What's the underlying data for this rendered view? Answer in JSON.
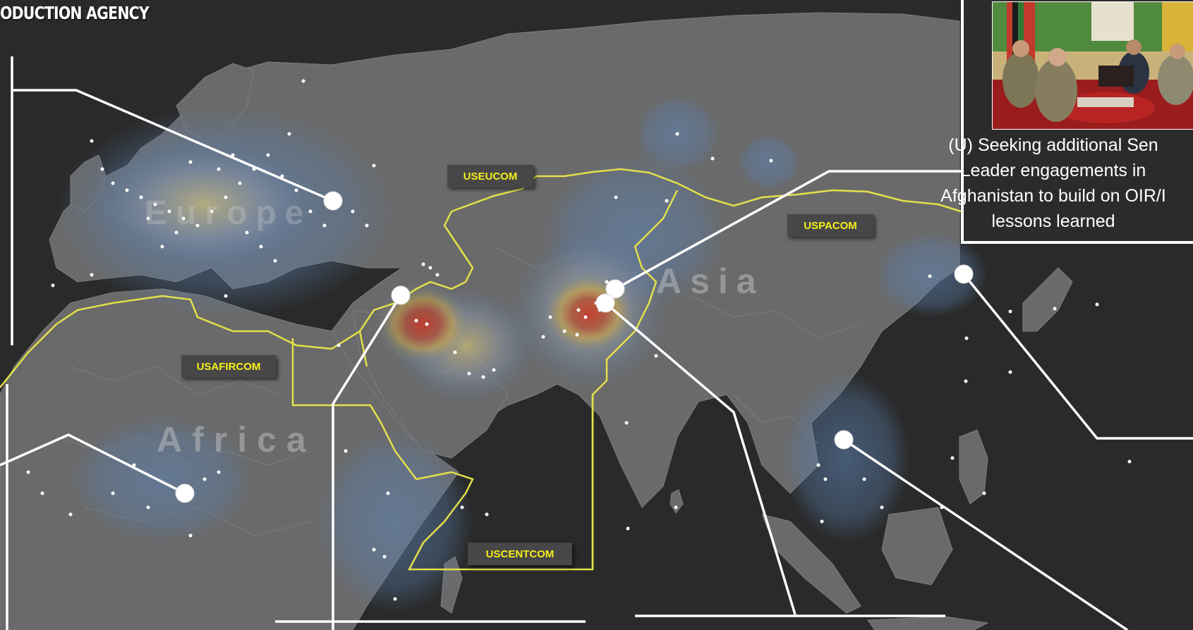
{
  "header": {
    "title": "ODUCTION AGENCY"
  },
  "commands": {
    "useucom": "USEUCOM",
    "uspacom": "USPACOM",
    "usafircom": "USAFIRCOM",
    "uscentcom": "USCENTCOM"
  },
  "regions": {
    "europe": "Europe",
    "asia": "Asia",
    "africa": "Africa"
  },
  "callout": {
    "caption_lines": [
      "(U) Seeking additional Sen",
      "Leader engagements in",
      "Afghanistan to build on OIR/I",
      "lessons learned"
    ]
  },
  "colors": {
    "background": "#2a2a2a",
    "land": "#6a6a6a",
    "border_highlight": "#e8e84a",
    "command_label_text": "#f4ef1a",
    "heat_hot": "#c0392b",
    "heat_warm": "#d8b040",
    "heat_cool": "#5a82b4",
    "leader_line": "#ffffff"
  }
}
